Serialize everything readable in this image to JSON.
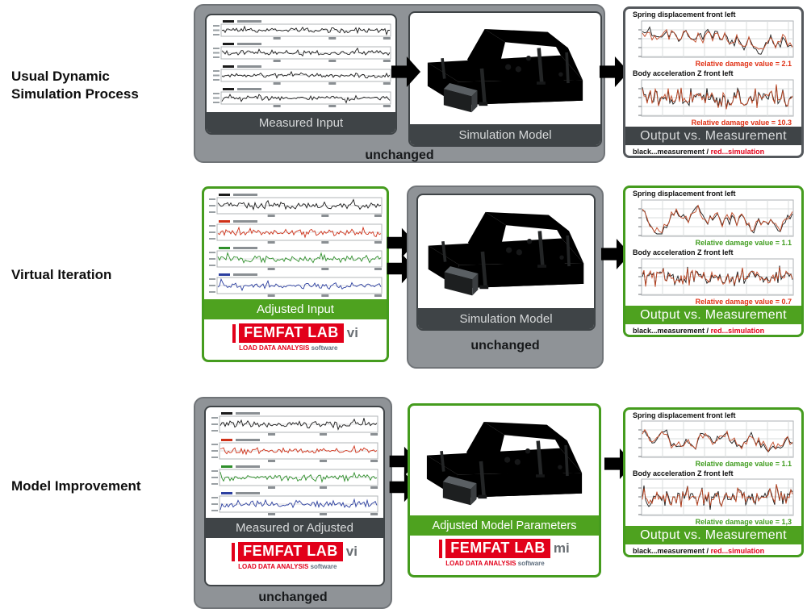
{
  "palette": {
    "green": "#459c1e",
    "dark": "#3f4447",
    "container_gray": "#8f9397",
    "logo_red": "#e2001a",
    "damage_red": "#e03014",
    "damage_green": "#3f9c1e",
    "input_traces": [
      [
        "#1b1b1b",
        "#1b1b1b",
        "#1b1b1b",
        "#1b1b1b"
      ],
      [
        "#1b1b1b",
        "#cf3118",
        "#2f8f2b",
        "#2c3fa0"
      ],
      [
        "#1b1b1b",
        "#cf3118",
        "#2f8f2b",
        "#2c3fa0"
      ]
    ],
    "output_traces": [
      "#1a1a1a",
      "#c24b28"
    ]
  },
  "logo": {
    "text": "FEMFAT LAB",
    "sub_red": "LOAD DATA ANALYSIS",
    "sub_gray": "software"
  },
  "rows": [
    {
      "label_lines": [
        "Usual Dynamic",
        "Simulation Process"
      ],
      "left_box": {
        "banner": "Measured Input"
      },
      "mid_box": {
        "banner": "Simulation Model"
      },
      "note": "unchanged",
      "output": {
        "banner": "Output vs. Measurement",
        "plot1": {
          "title": "Spring displacement front left",
          "damage": "Relative damage value = 2.1",
          "damage_color": "red"
        },
        "plot2": {
          "title": "Body acceleration Z front left",
          "damage": "Relative damage value = 10.3",
          "damage_color": "red"
        },
        "legend": {
          "black": "black...measurement",
          "sep": " / ",
          "red": "red...simulation"
        }
      }
    },
    {
      "label_lines": [
        "Virtual Iteration"
      ],
      "left_box": {
        "banner": "Adjusted Input",
        "logo_suffix": "vi"
      },
      "mid_box": {
        "banner": "Simulation Model"
      },
      "note": "unchanged",
      "output": {
        "banner": "Output vs. Measurement",
        "plot1": {
          "title": "Spring displacement front left",
          "damage": "Relative damage value = 1.1",
          "damage_color": "green"
        },
        "plot2": {
          "title": "Body acceleration Z front left",
          "damage": "Relative damage value = 0.7",
          "damage_color": "red"
        },
        "legend": {
          "black": "black...measurement",
          "sep": " / ",
          "red": "red...simulation"
        }
      }
    },
    {
      "label_lines": [
        "Model Improvement"
      ],
      "left_box": {
        "banner": "Measured or Adjusted",
        "logo_suffix": "vi"
      },
      "mid_box": {
        "banner": "Adjusted Model Parameters",
        "logo_suffix": "mi"
      },
      "note": "unchanged",
      "output": {
        "banner": "Output vs. Measurement",
        "plot1": {
          "title": "Spring displacement front left",
          "damage": "Relative damage value = 1.1",
          "damage_color": "green"
        },
        "plot2": {
          "title": "Body acceleration Z front left",
          "damage": "Relative damage value = 1,3",
          "damage_color": "green"
        },
        "legend": {
          "black": "black...measurement",
          "sep": " / ",
          "red": "red...simulation"
        }
      }
    }
  ]
}
